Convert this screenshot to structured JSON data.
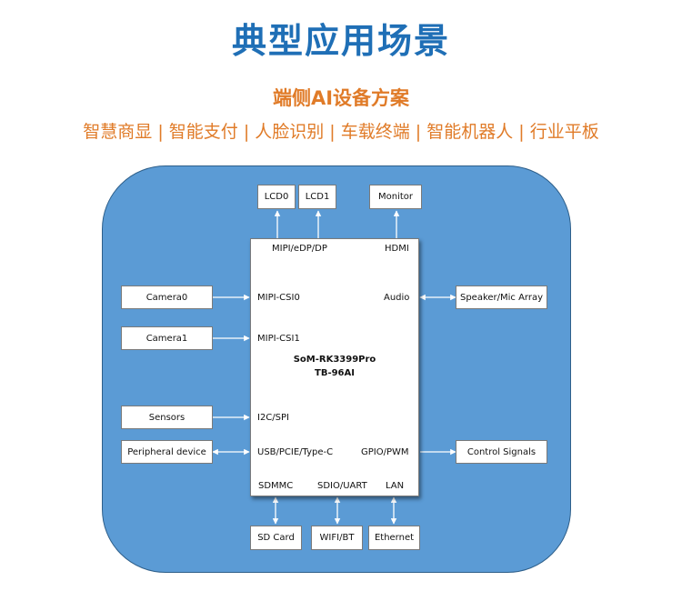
{
  "header": {
    "title": "典型应用场景",
    "subtitle": "端侧AI设备方案",
    "tagline": "智慧商显 | 智能支付 | 人脸识别 | 车载终端 | 智能机器人 | 行业平板"
  },
  "diagram": {
    "chip": {
      "name_line1": "SoM-RK3399Pro",
      "name_line2": "TB-96AI"
    },
    "ports": {
      "top_left": "MIPI/eDP/DP",
      "top_right": "HDMI",
      "csi0": "MIPI-CSI0",
      "csi1": "MIPI-CSI1",
      "i2c": "I2C/SPI",
      "usb": "USB/PCIE/Type-C",
      "audio": "Audio",
      "gpio": "GPIO/PWM",
      "sdmmc": "SDMMC",
      "sdio": "SDIO/UART",
      "lan": "LAN"
    },
    "devices": {
      "lcd0": "LCD0",
      "lcd1": "LCD1",
      "monitor": "Monitor",
      "camera0": "Camera0",
      "camera1": "Camera1",
      "sensors": "Sensors",
      "peripheral": "Peripheral device",
      "speaker": "Speaker/Mic Array",
      "control": "Control Signals",
      "sdcard": "SD Card",
      "wifi": "WIFI/BT",
      "ethernet": "Ethernet"
    },
    "colors": {
      "background": "#5b9bd5",
      "title": "#1f6fb6",
      "accent": "#e07b28"
    }
  }
}
